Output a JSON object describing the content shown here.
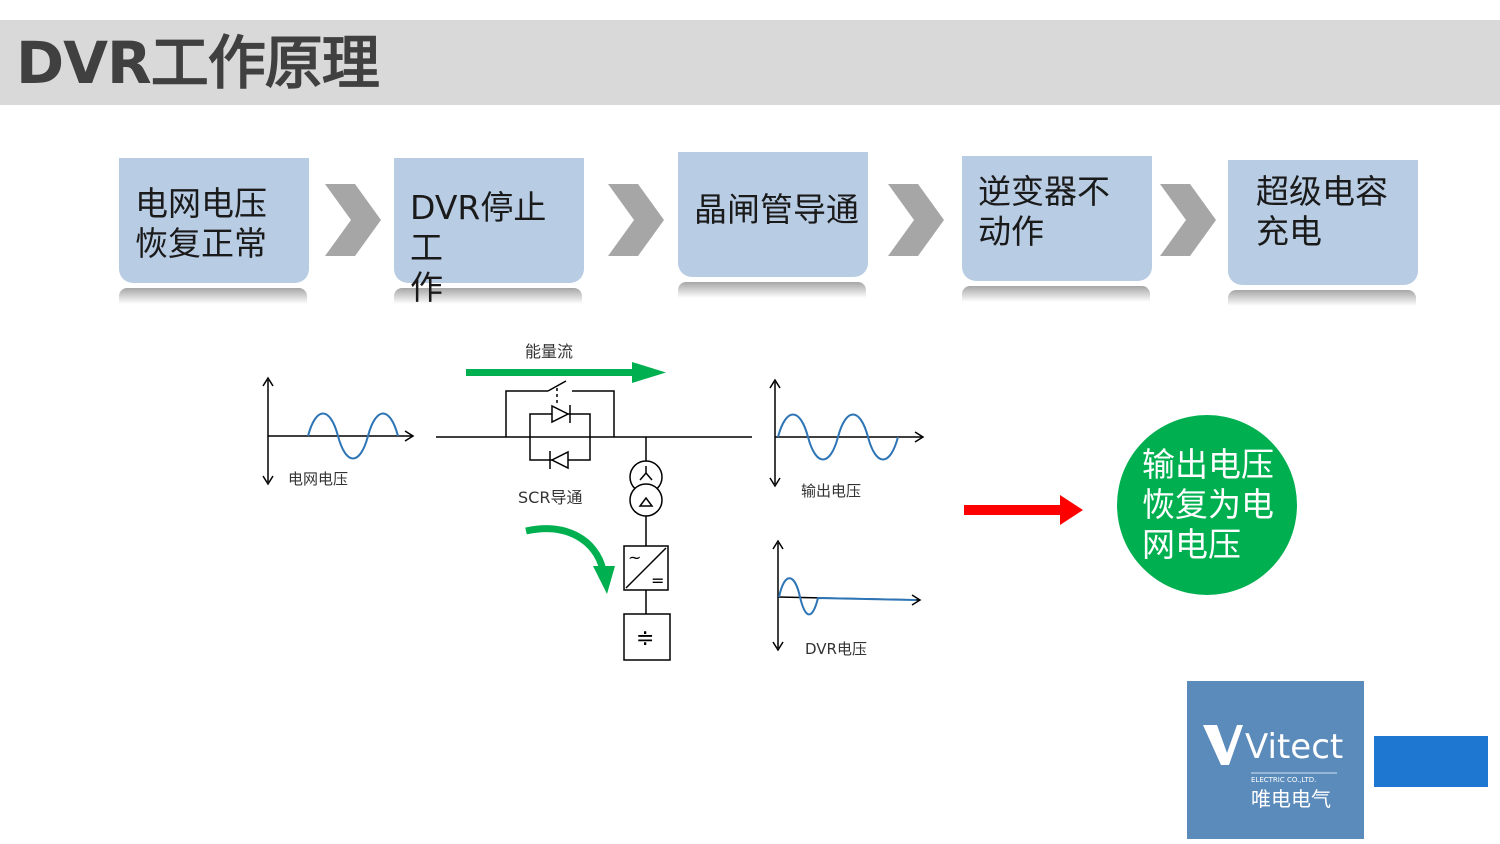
{
  "title": "DVR工作原理",
  "steps": [
    {
      "label": "电网电压\n恢复正常"
    },
    {
      "label": "DVR停止工\n作"
    },
    {
      "label": "晶闸管导通"
    },
    {
      "label": "逆变器不\n动作"
    },
    {
      "label": "超级电容\n充电"
    }
  ],
  "diagram": {
    "energy_flow_label": "能量流",
    "grid_voltage_label": "电网电压",
    "scr_label": "SCR导通",
    "output_voltage_label": "输出电压",
    "dvr_voltage_label": "DVR电压",
    "converter_ac_symbol": "~",
    "converter_dc_symbol": "=",
    "capacitor_symbol": "≑"
  },
  "result": {
    "text": "输出电压\n恢复为电\n网电压"
  },
  "logo": {
    "text": "Vitect",
    "subtitle": "ELECTRIC CO.,LTD.",
    "chinese": "唯电电气"
  },
  "colors": {
    "title_bar": "#d9d9d9",
    "step_box": "#b8cce4",
    "chevron": "#a6a6a6",
    "flow_arrow": "#00b050",
    "result_arrow": "#ff0000",
    "result_circle": "#00b050",
    "wave": "#2e75b6",
    "logo_bg": "#5b8bba",
    "logo_accent": "#1e78d2"
  },
  "icons": [
    "chevron-right-icon",
    "thyristor-icon",
    "transformer-icon",
    "converter-icon",
    "capacitor-icon",
    "switch-icon"
  ]
}
